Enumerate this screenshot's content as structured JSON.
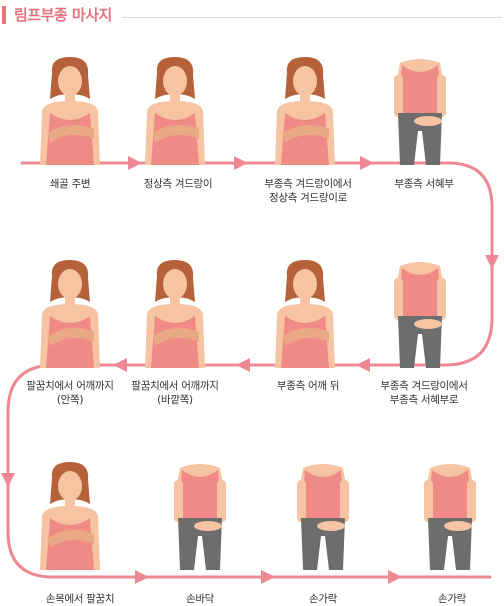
{
  "title": "림프부종 마사지",
  "colors": {
    "accent": "#e8727e",
    "arrow": "#ee8893",
    "skin": "#f6c4a2",
    "skin_shade": "#eaa985",
    "hair": "#b5613a",
    "top": "#f08a86",
    "pants": "#6d6d6d"
  },
  "steps": [
    {
      "line1": "쇄골 주변",
      "line2": ""
    },
    {
      "line1": "정상측 겨드랑이",
      "line2": ""
    },
    {
      "line1": "부종측 겨드랑이에서",
      "line2": "정상측 겨드랑이로"
    },
    {
      "line1": "부종측 서혜부",
      "line2": ""
    },
    {
      "line1": "부종측 겨드랑이에서",
      "line2": "부종측 서혜부로"
    },
    {
      "line1": "부종측 어깨 뒤",
      "line2": ""
    },
    {
      "line1": "팔꿈치에서 어깨까지",
      "line2": "(바깥쪽)"
    },
    {
      "line1": "팔꿈치에서 어깨까지",
      "line2": "(안쪽)"
    },
    {
      "line1": "손목에서 팔꿈치",
      "line2": ""
    },
    {
      "line1": "손바닥",
      "line2": ""
    },
    {
      "line1": "손가락",
      "line2": ""
    },
    {
      "line1": "손가락",
      "line2": ""
    }
  ]
}
